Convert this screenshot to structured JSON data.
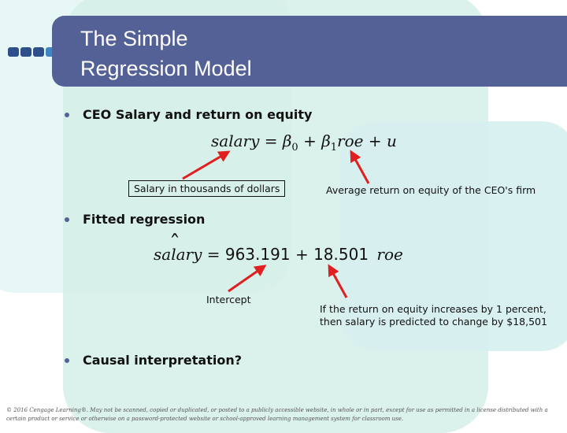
{
  "slide": {
    "title_line1": "The Simple",
    "title_line2": "Regression Model",
    "colors": {
      "title_bar": "#546196",
      "arrow": "#e02020"
    }
  },
  "bullets": [
    {
      "text": "CEO Salary and return on equity"
    },
    {
      "text": "Fitted regression"
    },
    {
      "text": "Causal interpretation?"
    }
  ],
  "equation1": {
    "lhs": "salary",
    "equals": "=",
    "beta0": "β",
    "beta0_sub": "0",
    "plus1": "+",
    "beta1": "β",
    "beta1_sub": "1",
    "var": "roe",
    "plus2": "+",
    "error": "u"
  },
  "equation2": {
    "lhs": "salary",
    "hat": "ˆ",
    "equals": "=",
    "intercept": "963.191",
    "plus": "+",
    "slope": "18.501",
    "var": "roe"
  },
  "annotations": {
    "salary_label": "Salary in thousands of dollars",
    "roe_label": "Average return on equity of the CEO's firm",
    "intercept_label": "Intercept",
    "slope_label_line1": "If the return on equity increases by 1 percent,",
    "slope_label_line2": "then salary is predicted to change by $18,501"
  },
  "footer": {
    "line1": "© 2016 Cengage Learning®. May not be scanned, copied or duplicated, or posted to a publicly accessible website, in whole or in part, except for use as permitted in a license distributed with a",
    "line2": "certain product or service or otherwise on a password-protected website or school-approved learning management system for classroom use."
  }
}
